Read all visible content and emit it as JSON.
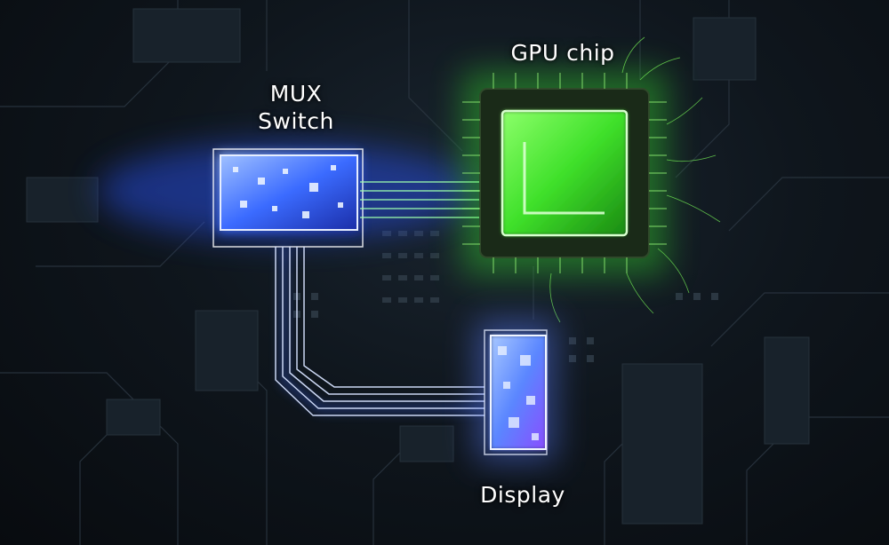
{
  "labels": {
    "mux_line1": "MUX",
    "mux_line2": "Switch",
    "gpu": "GPU chip",
    "display": "Display"
  },
  "colors": {
    "background": "#0b1016",
    "mux_glow": "#3a6bff",
    "gpu_glow": "#5cff3a",
    "display_glow": "#6aa8ff",
    "trace": "#2a3540",
    "label_text": "#ffffff"
  }
}
